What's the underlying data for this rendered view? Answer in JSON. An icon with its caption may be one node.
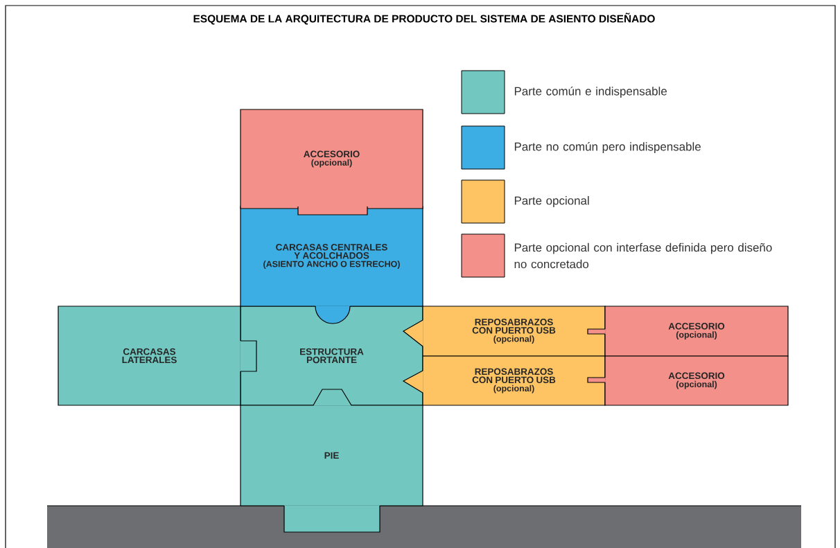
{
  "diagram": {
    "title": "ESQUEMA DE LA ARQUITECTURA DE PRODUCTO DEL SISTEMA DE ASIENTO DISEÑADO",
    "nodes": [
      {
        "text": [
          "ACCESORIO",
          "(opcional)"
        ]
      },
      {
        "text": [
          "CARCASAS CENTRALES Y ACOLCHADOS",
          "(ASIENTO ANCHO O ESTRECHO)"
        ]
      },
      {
        "text": [
          "CARCASAS LATERALES"
        ]
      },
      {
        "text": [
          "ESTRUCTURA PORTANTE"
        ]
      },
      {
        "text": [
          "REPOSABRAZOS CON PUERTO USB",
          "(opcional)"
        ]
      },
      {
        "text": [
          "ACCESORIO",
          "(opcional)"
        ]
      },
      {
        "text": [
          "REPOSABRAZOS CON PUERTO USB",
          "(opcional)"
        ]
      },
      {
        "text": [
          "ACCESORIO",
          "(opcional)"
        ]
      },
      {
        "text": [
          "PIE"
        ]
      }
    ],
    "legend": [
      {
        "text": "Parte común e indispensable",
        "color": "#72c8c0"
      },
      {
        "text": "Parte no común pero indispensable",
        "color": "#3daee4"
      },
      {
        "text": "Parte opcional",
        "color": "#fec464"
      },
      {
        "text": "Parte opcional con interfase definida pero diseño no concretado",
        "color": "#f4908a"
      }
    ]
  }
}
